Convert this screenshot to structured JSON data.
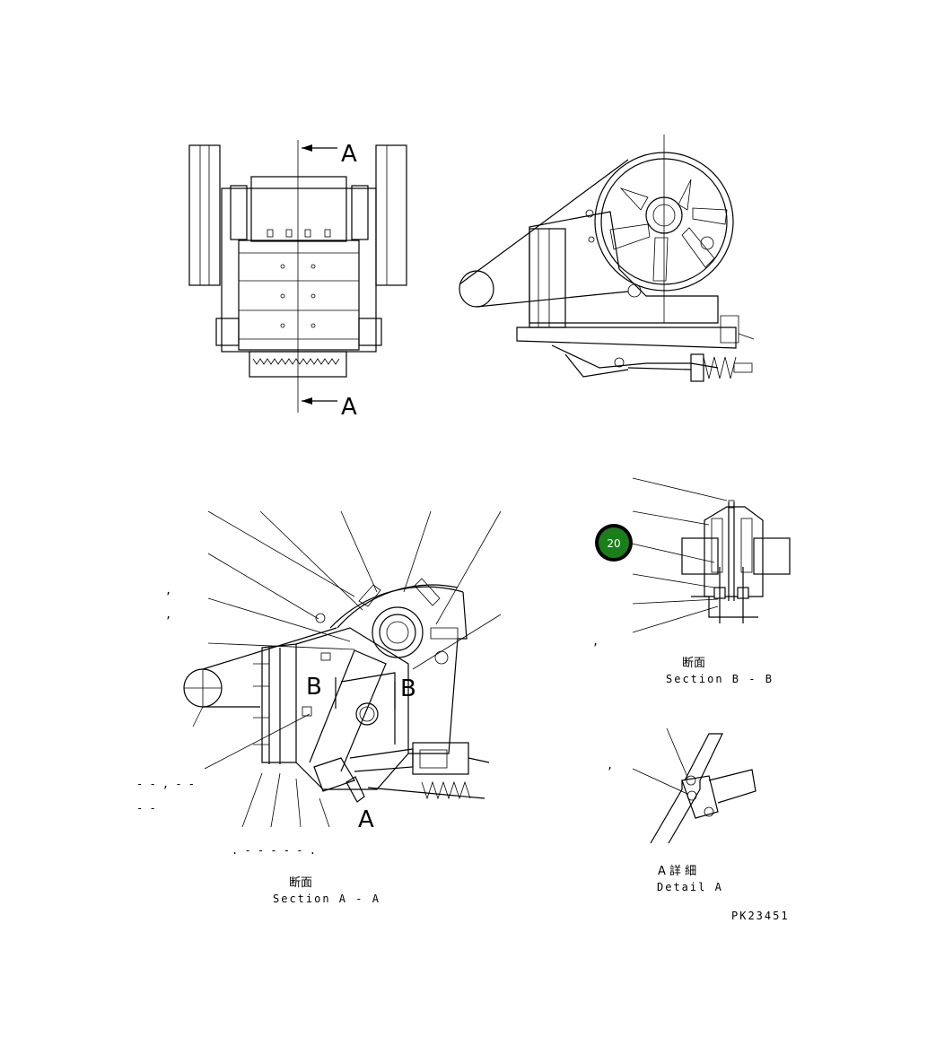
{
  "views": {
    "front": {
      "section_mark_top": "A",
      "section_mark_bottom": "A"
    },
    "section_aa": {
      "section_marks": [
        "B",
        "B"
      ],
      "detail_mark": "A",
      "caption_jp": "断面",
      "caption_en": "Section A - A",
      "left_marks": [
        ",",
        ",",
        "- - , - -",
        "- -"
      ],
      "bottom_marks": ". - - - - - ."
    },
    "section_bb": {
      "callout_number": "20",
      "callout_color": "#1a7f1a",
      "side_mark": ",",
      "caption_jp": "断面",
      "caption_en": "Section B - B"
    },
    "detail_a": {
      "side_mark": ",",
      "caption_jp": "A 詳 細",
      "caption_en": "Detail A"
    }
  },
  "drawing_number": "PK23451"
}
